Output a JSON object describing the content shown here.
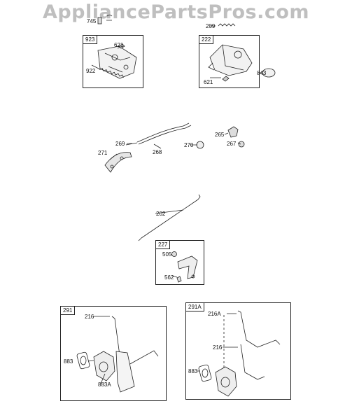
{
  "watermark": "AppliancePartsPros.com",
  "boxes": {
    "b923": "923",
    "b222": "222",
    "b227": "227",
    "b291": "291",
    "b291a": "291A"
  },
  "labels": {
    "p745": "745",
    "p209": "209",
    "p621a": "621",
    "p922": "922",
    "p843": "843",
    "p621b": "621",
    "p265": "265",
    "p267": "267",
    "p269": "269",
    "p270": "270",
    "p268": "268",
    "p271": "271",
    "p202": "202",
    "p505": "505",
    "p562": "562",
    "p216a": "216",
    "p883a": "883",
    "p883A": "883A",
    "p216A": "216A",
    "p216b": "216",
    "p883b": "883"
  },
  "icons": [
    "spring-part",
    "governor-lever",
    "throttle-cable",
    "clamp",
    "governor-link",
    "bracket",
    "choke-control"
  ]
}
